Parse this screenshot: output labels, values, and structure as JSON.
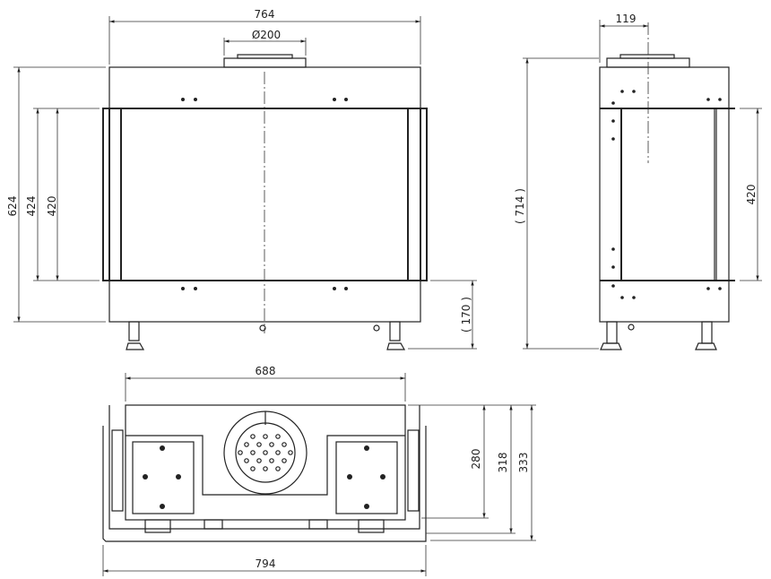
{
  "title": "Fireplace dimension drawing",
  "front_view": {
    "width": "764",
    "flue_diameter": "Ø200",
    "height_total": "624",
    "glass_outer": "424",
    "glass_inner": "420",
    "base_height": "( 170 )"
  },
  "side_view": {
    "flue_offset": "119",
    "height_total": "( 714 )",
    "glass_height": "420"
  },
  "top_view": {
    "inner_width": "688",
    "outer_width": "794",
    "depth_inner": "280",
    "depth_mid": "318",
    "depth_outer": "333"
  }
}
